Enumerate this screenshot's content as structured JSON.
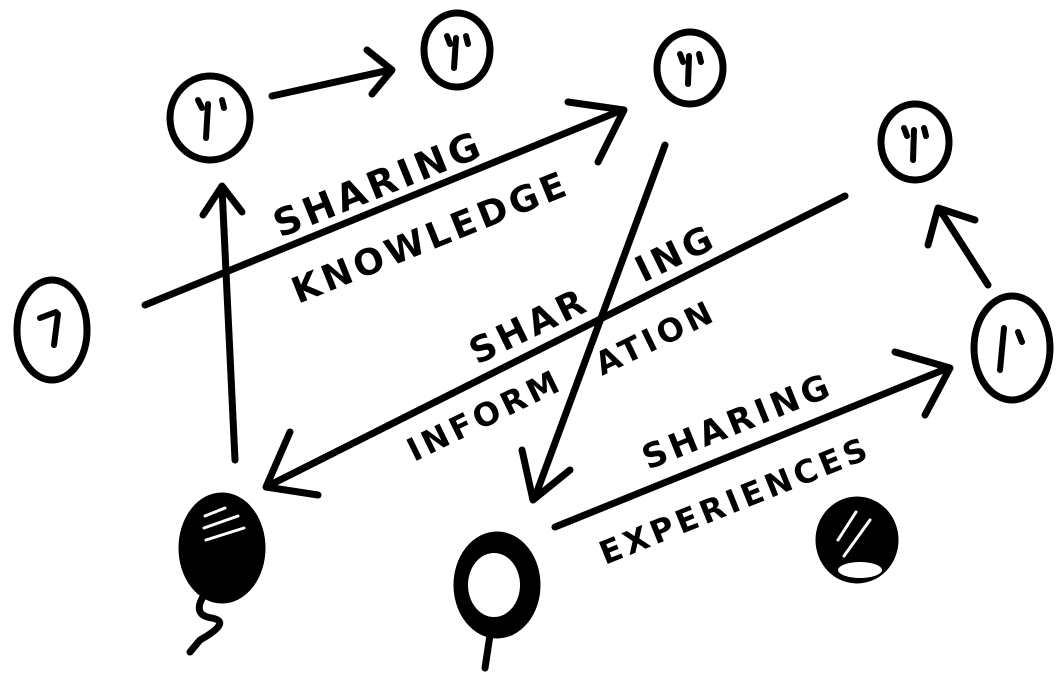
{
  "diagram": {
    "labels": {
      "knowledge": {
        "line1": "SHARING",
        "line2": "KNOWLEDGE"
      },
      "information": {
        "line1a": "SHAR",
        "line1b": "ING",
        "line2a": "INFORM",
        "line2b": "ATION"
      },
      "experiences": {
        "line1": "SHARING",
        "line2": "EXPERIENCES"
      }
    },
    "colors": {
      "ink": "#000000",
      "paper": "#ffffff"
    },
    "figures": [
      {
        "name": "face-left-icon",
        "kind": "face"
      },
      {
        "name": "face-upper-left-icon",
        "kind": "face"
      },
      {
        "name": "face-top-middle-icon",
        "kind": "face"
      },
      {
        "name": "face-top-right-icon",
        "kind": "face"
      },
      {
        "name": "face-right-upper-icon",
        "kind": "face"
      },
      {
        "name": "face-right-lower-icon",
        "kind": "face"
      },
      {
        "name": "match-head-left-icon",
        "kind": "lit-match"
      },
      {
        "name": "match-head-middle-icon",
        "kind": "lit-match"
      },
      {
        "name": "dark-circle-right-icon",
        "kind": "filled-circle"
      }
    ]
  }
}
